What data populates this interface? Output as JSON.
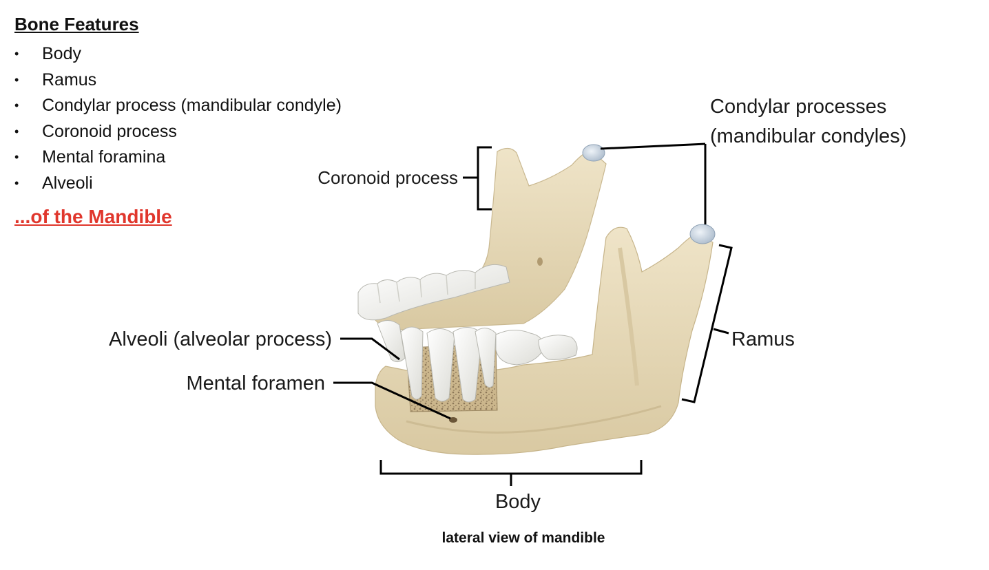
{
  "bone_features": {
    "heading": "Bone Features",
    "items": [
      "Body",
      "Ramus",
      "Condylar process (mandibular condyle)",
      "Coronoid process",
      "Mental foramina",
      "Alveoli"
    ],
    "mandible_link": "...of the Mandible"
  },
  "diagram": {
    "labels": {
      "coronoid": "Coronoid process",
      "condylar_line1": "Condylar processes",
      "condylar_line2": "(mandibular condyles)",
      "alveoli": "Alveoli (alveolar process)",
      "mental_foramen": "Mental foramen",
      "ramus": "Ramus",
      "body": "Body"
    },
    "caption": "lateral view of mandible"
  },
  "colors": {
    "accent_red": "#e0362c",
    "bone_fill": "#e8dcc0",
    "bone_shade": "#c9b890",
    "tooth_fill": "#f7f7f3",
    "condyle_fill": "#c8d4e0",
    "leader_line": "#000000"
  }
}
